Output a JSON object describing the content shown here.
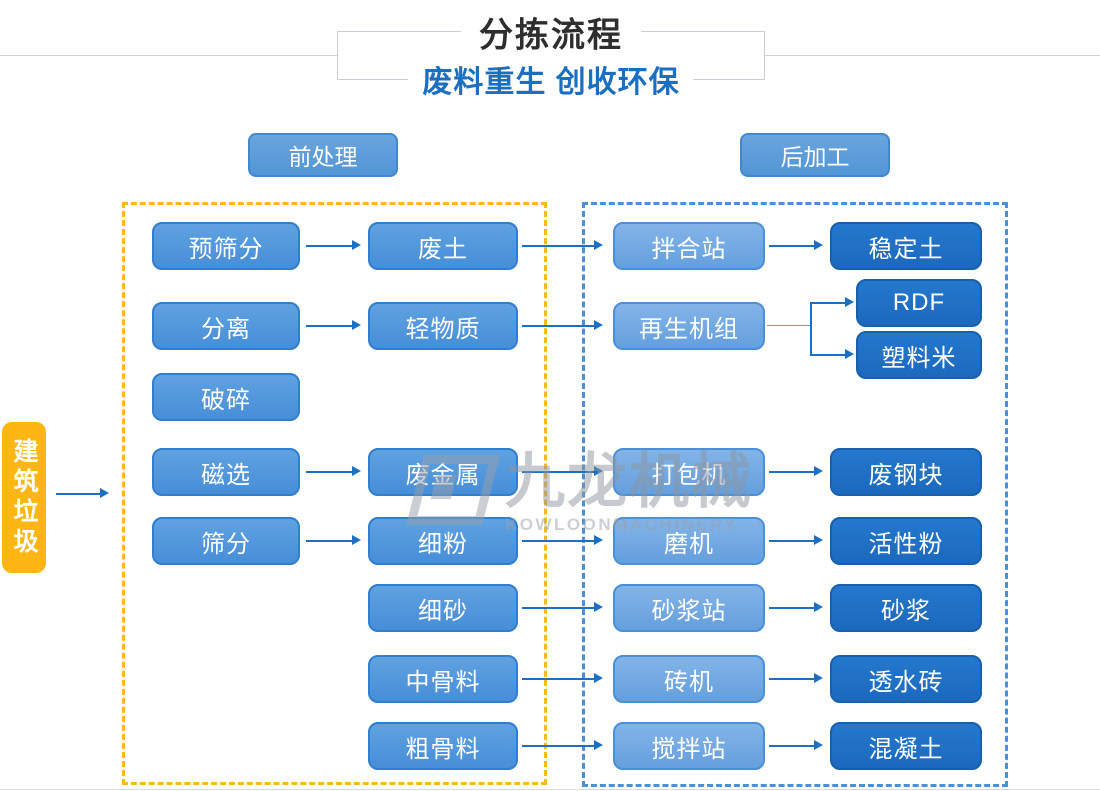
{
  "header": {
    "title": "分拣流程",
    "subtitle": "废料重生 创收环保"
  },
  "sections": {
    "pre": "前处理",
    "post": "后加工"
  },
  "source_node": {
    "label": "建筑垃圾"
  },
  "watermark": {
    "brand_cn": "九龙机械",
    "brand_en": "KOWLOONMACHINERY"
  },
  "colors": {
    "node_light_blue": "#4d94db",
    "node_lighter_blue": "#6fa7e0",
    "node_dark_blue": "#1e6ec4",
    "source_orange": "#fdb614",
    "dashed_orange": "#fdb81e",
    "dashed_blue": "#4a90d8",
    "arrow_blue": "#1b70c4",
    "subtitle_blue": "#1b6fc0"
  },
  "nodes": [
    {
      "label": "预筛分"
    },
    {
      "label": "分离"
    },
    {
      "label": "破碎"
    },
    {
      "label": "磁选"
    },
    {
      "label": "筛分"
    },
    {
      "label": "废土"
    },
    {
      "label": "轻物质"
    },
    {
      "label": "废金属"
    },
    {
      "label": "细粉"
    },
    {
      "label": "细砂"
    },
    {
      "label": "中骨料"
    },
    {
      "label": "粗骨料"
    },
    {
      "label": "拌合站"
    },
    {
      "label": "再生机组"
    },
    {
      "label": "打包机"
    },
    {
      "label": "磨机"
    },
    {
      "label": "砂浆站"
    },
    {
      "label": "砖机"
    },
    {
      "label": "搅拌站"
    },
    {
      "label": "稳定土"
    },
    {
      "label": "RDF"
    },
    {
      "label": "塑料米"
    },
    {
      "label": "废钢块"
    },
    {
      "label": "活性粉"
    },
    {
      "label": "砂浆"
    },
    {
      "label": "透水砖"
    },
    {
      "label": "混凝土"
    }
  ]
}
